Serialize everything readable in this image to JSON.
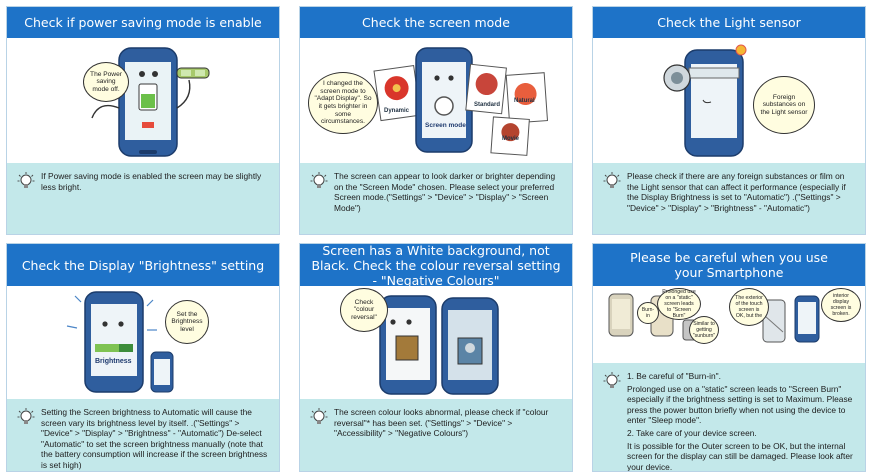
{
  "cards": [
    {
      "title": "Check if power saving mode is enable",
      "bubble": "The Power saving mode off.",
      "tip": "If Power saving mode is enabled the screen may be slightly less bright."
    },
    {
      "title": "Check the screen mode",
      "bubble": "I changed the screen mode to \"Adapt Display\". So it gets brighter in some circumstances.",
      "labels": [
        "Dynamic",
        "Screen mode",
        "Standard",
        "Natural",
        "Movie"
      ],
      "tip": "The screen can appear to look darker or brighter depending on the \"Screen Mode\" chosen. Please select your preferred Screen mode.(\"Settings\" > \"Device\" > \"Display\" > \"Screen Mode\")"
    },
    {
      "title": "Check the Light sensor",
      "bubble": "Foreign substances on the Light sensor",
      "tip": "Please check if there are any foreign substances  or film on the Light sensor that can affect it performance (especially if the Display Brightness is set to \"Automatic\") .(\"Settings\" > \"Device\" > \"Display\" > \"Brightness\" - \"Automatic\")"
    },
    {
      "title": "Check the Display \"Brightness\" setting",
      "bubble": "Set the Brightness level",
      "screen_label": "Brightness",
      "tip": "Setting the Screen brightness to Automatic will cause the screen vary its brightness level by itself. .(\"Settings\" > \"Device\" > \"Display\" > \"Brightness\" - \"Automatic\") De-select \"Automatic\" to set the screen brightness manually (note that the battery consumption will increase if the screen brightness is set high)"
    },
    {
      "title": "Screen has a White background, not Black. Check the colour reversal setting - \"Negative Colours\"",
      "bubble": "Check \"colour reversal\"",
      "tip": "The screen colour looks abnormal, please check if \"colour reversal\"* has been set. (\"Settings\" > \"Device\" > \"Accessibility\" > \"Negative Colours\")"
    },
    {
      "title": "Please be careful when you use your Smartphone",
      "bubbles": [
        "Prolonged use on a \"static\" screen leads to \"Screen Burn\"",
        "Burn-in",
        "Similar to getting \"sunburn\"",
        "The exterior of the touch screen is OK, but the",
        "interior display screen is broken."
      ],
      "tip_line1": "1. Be careful of \"Burn-in\".",
      "tip_line2": "Prolonged use on a \"static\" screen leads to \"Screen Burn\" especially if the brightness setting is set to Maximum. Please press the power button briefly when not using the device to enter \"Sleep mode\".",
      "tip_line3": "2. Take care of your device screen.",
      "tip_line4": "It is possible for the Outer screen to be OK, but the internal screen for the display can still be damaged. Please look after your device."
    }
  ],
  "colors": {
    "header": "#1e73c8",
    "tip_bg": "#c3e8ea",
    "phone_body": "#2f5e9e",
    "bubble_bg": "#fffde0"
  }
}
